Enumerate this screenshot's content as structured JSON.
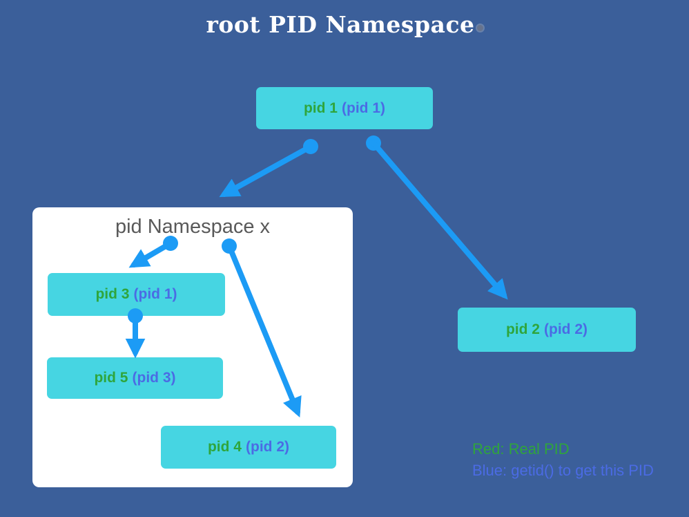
{
  "title": "root PID Namespace",
  "panel": {
    "title": "pid Namespace x"
  },
  "nodes": {
    "pid1": {
      "real": "pid 1",
      "shown": "(pid 1)"
    },
    "pid2": {
      "real": "pid 2",
      "shown": "(pid 2)"
    },
    "pid3": {
      "real": "pid 3",
      "shown": "(pid 1)"
    },
    "pid4": {
      "real": "pid 4",
      "shown": "(pid 2)"
    },
    "pid5": {
      "real": "pid 5",
      "shown": "(pid 3)"
    }
  },
  "legend": {
    "line1": "Red: Real PID",
    "line2": "Blue: getid() to get this PID"
  },
  "colors": {
    "background": "#3b5f9a",
    "node-fill": "#46d5e2",
    "arrow": "#1c9bf5",
    "real-pid-text": "#2fa53c",
    "virtual-pid-text": "#4b6be4",
    "panel-bg": "#ffffff",
    "panel-title-text": "#595959",
    "title-text": "#ffffff"
  }
}
